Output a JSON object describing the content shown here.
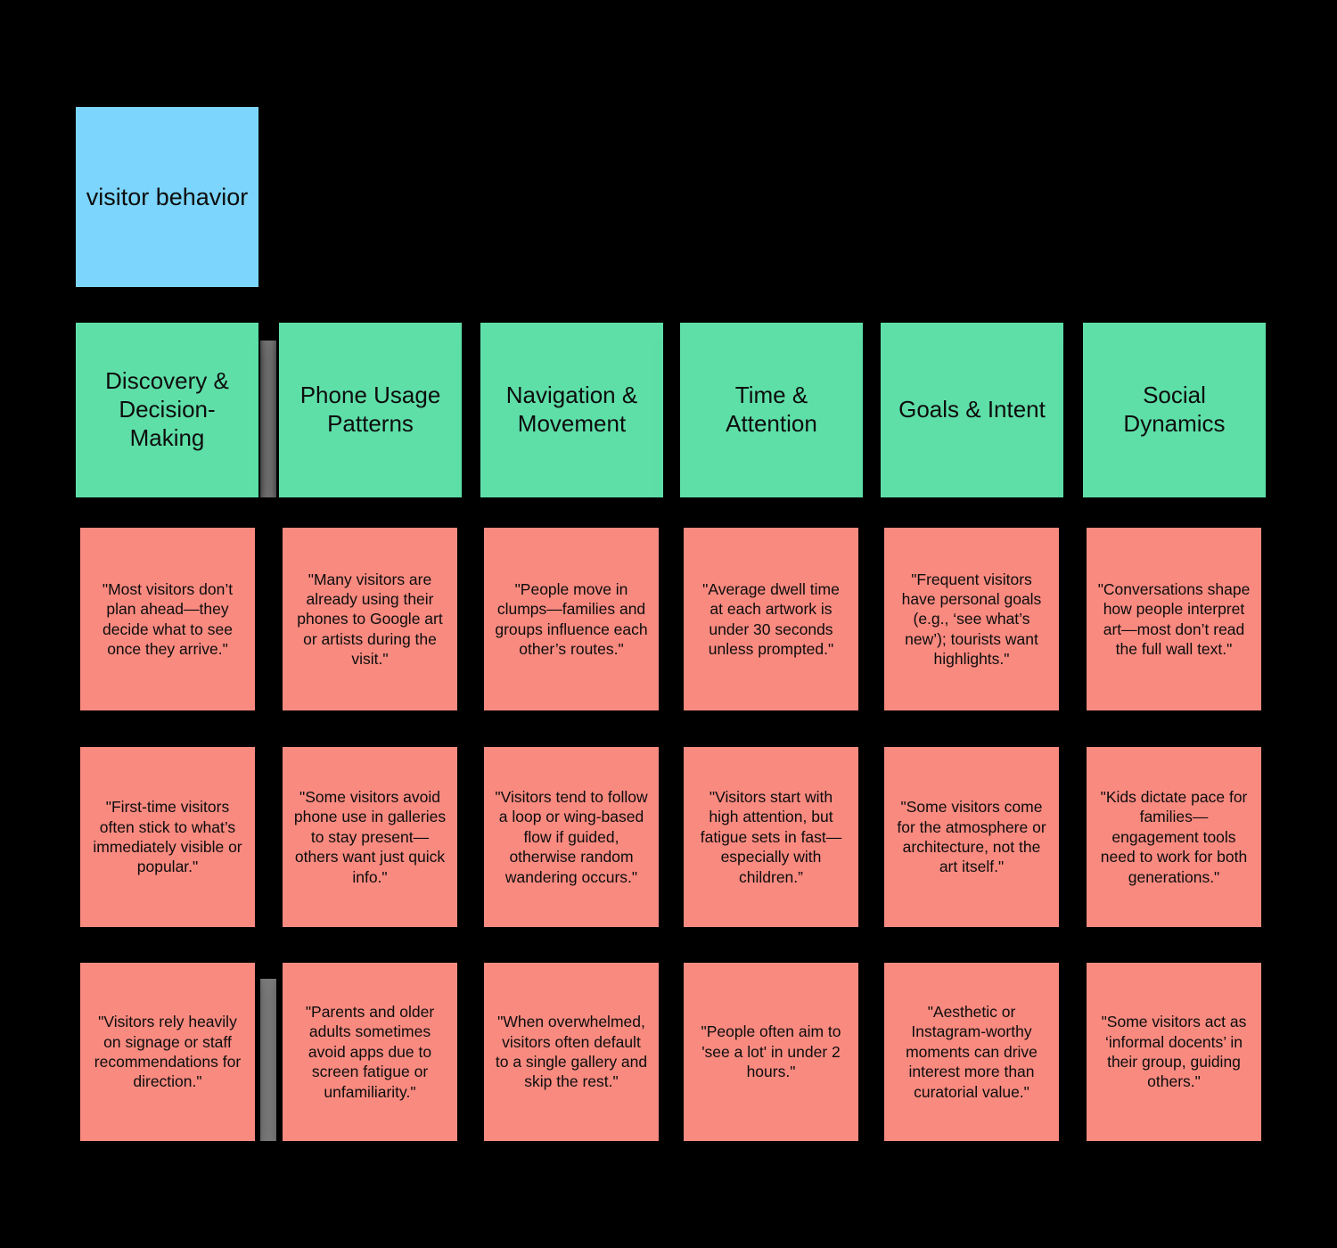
{
  "canvas": {
    "background": "#000000",
    "connector_color": "#808080"
  },
  "colors": {
    "root": "#7BD5FC",
    "category": "#5EDFA8",
    "note": "#F98A80",
    "text": "#0d0d0d"
  },
  "root": {
    "label": "visitor behavior"
  },
  "categories": [
    {
      "label": "Discovery & Decision-Making"
    },
    {
      "label": "Phone Usage Patterns"
    },
    {
      "label": "Navigation & Movement"
    },
    {
      "label": "Time & Attention"
    },
    {
      "label": "Goals & Intent"
    },
    {
      "label": "Social Dynamics"
    }
  ],
  "notes": {
    "col0": [
      "\"Most visitors don’t plan ahead—they decide what to see once they arrive.\"",
      "\"First-time visitors often stick to what’s immediately visible or popular.\"",
      "\"Visitors rely heavily on signage or staff recommendations for direction.\""
    ],
    "col1": [
      "\"Many visitors are already using their phones to Google art or artists during the visit.\"",
      "\"Some visitors avoid phone use in galleries to stay present—others want just quick info.\"",
      "\"Parents and older adults sometimes avoid apps due to screen fatigue or unfamiliarity.\""
    ],
    "col2": [
      "\"People move in clumps—families and groups influence each other’s routes.\"",
      "\"Visitors tend to follow a loop or wing-based flow if guided, otherwise random wandering occurs.\"",
      "\"When overwhelmed, visitors often default to a single gallery and skip the rest.\""
    ],
    "col3": [
      "\"Average dwell time at each artwork is under 30 seconds unless prompted.\"",
      "\"Visitors start with high attention, but fatigue sets in fast—especially with children.”",
      "\"People often aim to 'see a lot' in under 2 hours.\""
    ],
    "col4": [
      "\"Frequent visitors have personal goals (e.g., ‘see what’s new’); tourists want highlights.\"",
      "\"Some visitors come for the atmosphere or architecture, not the art itself.\"",
      "\"Aesthetic or Instagram-worthy moments can drive interest more than curatorial value.\""
    ],
    "col5": [
      "\"Conversations shape how people interpret art—most don’t read the full wall text.\"",
      "\"Kids dictate pace for families—engagement tools need to work for both generations.\"",
      "\"Some visitors act as ‘informal docents’ in their group, guiding others.\""
    ]
  }
}
